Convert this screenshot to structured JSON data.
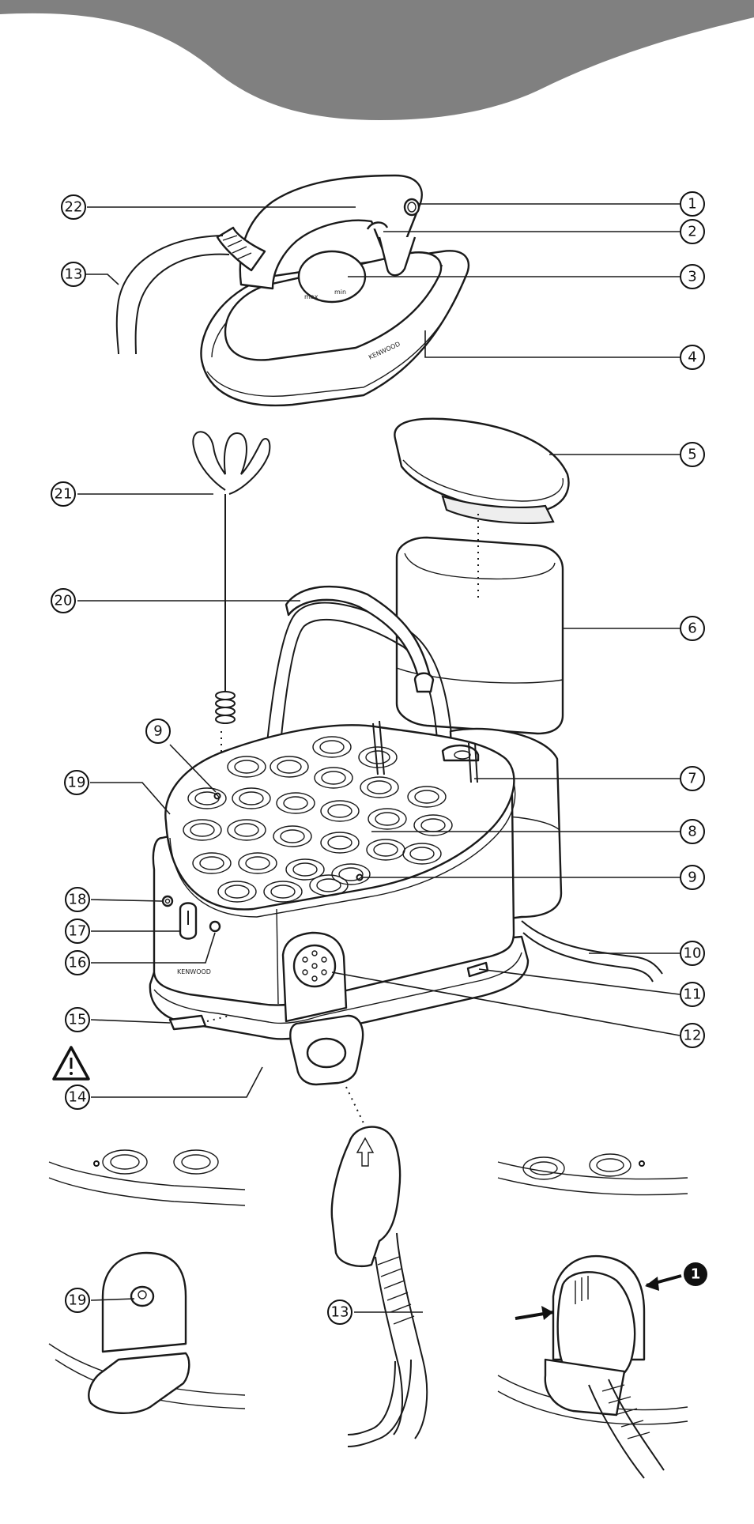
{
  "labels": {
    "l1": "1",
    "l2": "2",
    "l3": "3",
    "l4": "4",
    "l5": "5",
    "l6": "6",
    "l7": "7",
    "l8": "8",
    "l9a": "9",
    "l9b": "9",
    "l10": "10",
    "l11": "11",
    "l12": "12",
    "l13a": "13",
    "l13b": "13",
    "l14": "14",
    "l15": "15",
    "l16": "16",
    "l17": "17",
    "l18": "18",
    "l19a": "19",
    "l19b": "19",
    "l20": "20",
    "l21": "21",
    "l22": "22",
    "step1": "1"
  },
  "brand": {
    "iron": "KENWOOD",
    "base": "KENWOOD"
  },
  "dial": {
    "max": "max",
    "min": "min"
  },
  "colors": {
    "header": "#808080",
    "ink": "#1a1a1a"
  }
}
